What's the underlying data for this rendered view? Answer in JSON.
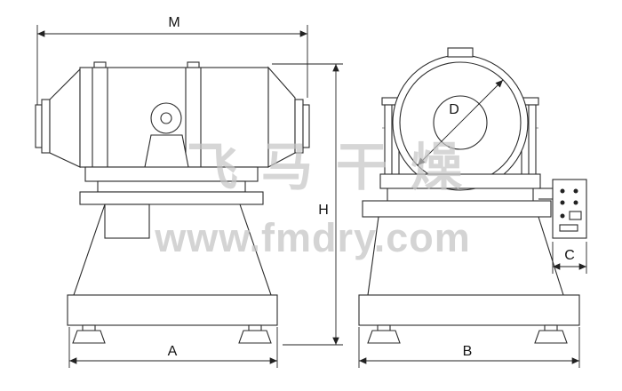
{
  "dimensions": {
    "top_width_label": "M",
    "height_label": "H",
    "left_base_label": "A",
    "drum_diameter_label": "D",
    "right_base_label": "B",
    "panel_width_label": "C"
  },
  "watermark": {
    "brand_cn": "飞马干燥",
    "url": "www.fmdry.com"
  },
  "colors": {
    "line": "#2b2b2b",
    "watermark": "#c6c6c6",
    "background": "#ffffff"
  }
}
